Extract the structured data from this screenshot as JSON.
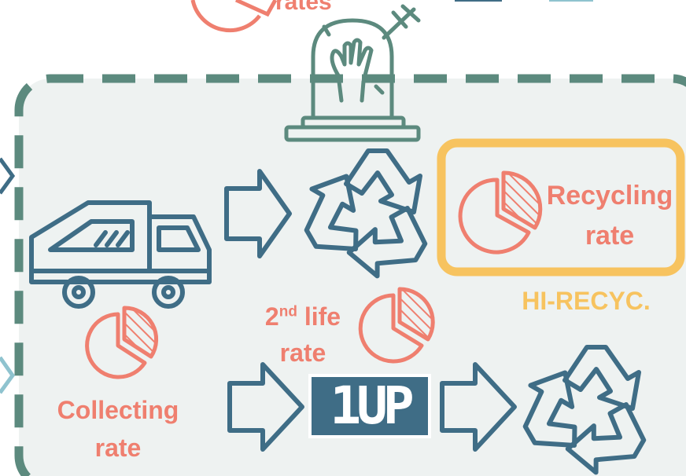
{
  "labels": {
    "top_rates": "rates",
    "recycling": "Recycling rate",
    "hi_recyc": "HI-RECYC.",
    "second_life_base": "2",
    "second_life_sup": "nd",
    "second_life_rest": "life rate",
    "collecting": "Collecting rate",
    "oneup": "1UP"
  },
  "colors": {
    "teal": "#5c8a7e",
    "blue": "#3f6d86",
    "salmon": "#ef7f6f",
    "gold": "#f7c35f",
    "panel": "#eef2f1"
  },
  "icons": [
    "gravestone-zombie-hand-icon",
    "garbage-truck-icon",
    "recycle-icon",
    "pie-chart-icon",
    "right-arrow-icon"
  ]
}
